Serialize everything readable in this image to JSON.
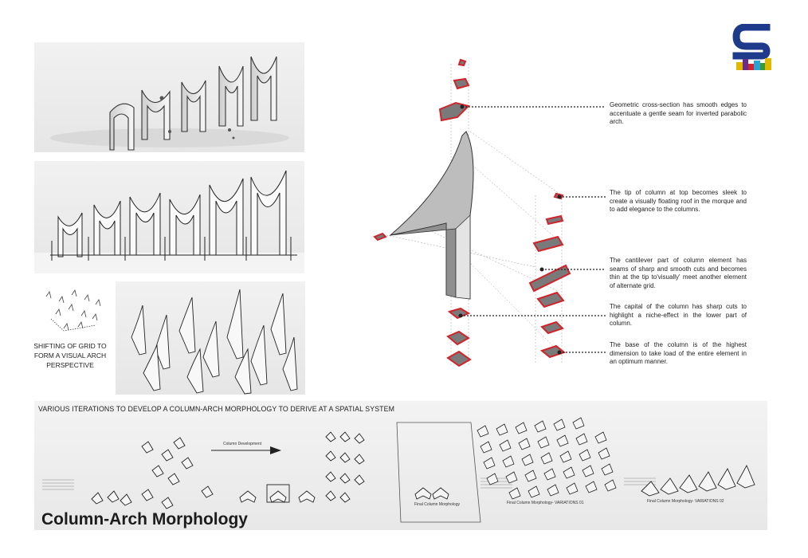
{
  "annotations": [
    "Geometric cross-section has smooth edges to accentuate a gentle seam for inverted parabolic arch.",
    "The tip of column at top becomes sleek to create a visually floating roof in the morque and to add elegance to the columns.",
    "The cantilever part of column element has seams of sharp and smooth cuts and becomes thin at the tip to'visually' meet another element of alternate grid.",
    "The capital of the column has sharp cuts to highlight a niche-effect in the lower part of column.",
    "The base of the column is of the highest dimension to take load of the entire element in an optimum manner."
  ],
  "grid_caption": "SHIFTING OF GRID TO FORM A VISUAL ARCH PERSPECTIVE",
  "bottom_heading": "VARIOUS ITERATIONS TO DEVELOP A COLUMN-ARCH MORPHOLOGY TO DERIVE AT A SPATIAL SYSTEM",
  "title": "Column-Arch Morphology",
  "iteration_captions": {
    "development_arrow": "Column Development",
    "final": "Final Column Morphology",
    "variation_1": "Final Column Morphology- VARIATIONS 01",
    "variation_2": "Final Column Morphology- VARIATIONS 02"
  },
  "colors": {
    "accent_red": "#d2232a",
    "section_fill": "#7a7a7a",
    "logo_blue": "#1f3a8a"
  }
}
